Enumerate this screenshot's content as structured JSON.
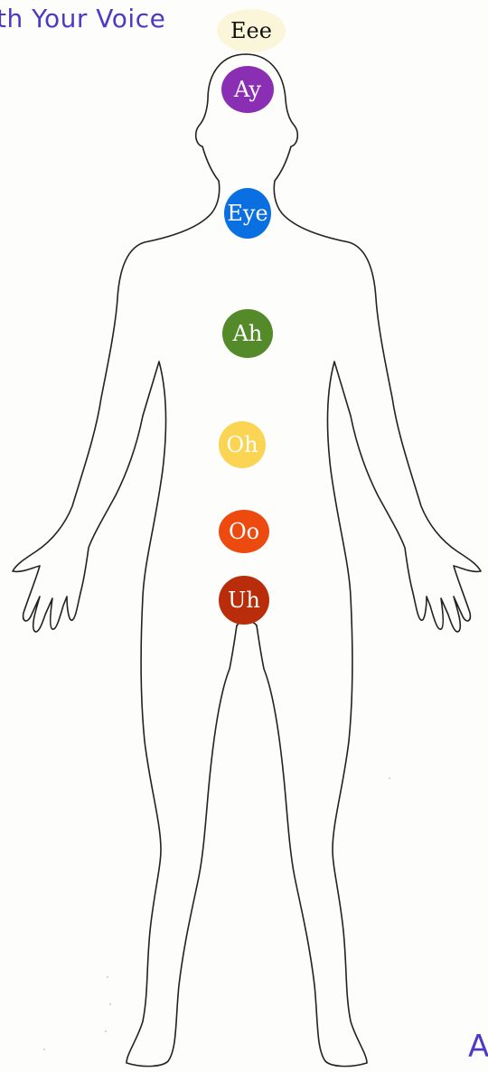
{
  "heading": {
    "text": "th Your Voice",
    "color": "#4b3bc4"
  },
  "corner_text": {
    "text": "A",
    "color": "#4b3bc4"
  },
  "figure": {
    "outline_color": "#222222",
    "description_icon": "human-body-outline"
  },
  "chakras": [
    {
      "id": "crown-top",
      "label": "Eee",
      "color": "#fbf6d9",
      "text_color": "#111111"
    },
    {
      "id": "third-eye",
      "label": "Ay",
      "color": "#8a2fb3",
      "text_color": "#ffffff"
    },
    {
      "id": "throat",
      "label": "Eye",
      "color": "#0a6fe0",
      "text_color": "#ffffff"
    },
    {
      "id": "heart",
      "label": "Ah",
      "color": "#548a2a",
      "text_color": "#ffffff"
    },
    {
      "id": "solar-plexus",
      "label": "Oh",
      "color": "#fad452",
      "text_color": "#ffffff"
    },
    {
      "id": "sacral",
      "label": "Oo",
      "color": "#ec4a0f",
      "text_color": "#ffffff"
    },
    {
      "id": "root",
      "label": "Uh",
      "color": "#b92d0b",
      "text_color": "#ffffff"
    }
  ]
}
